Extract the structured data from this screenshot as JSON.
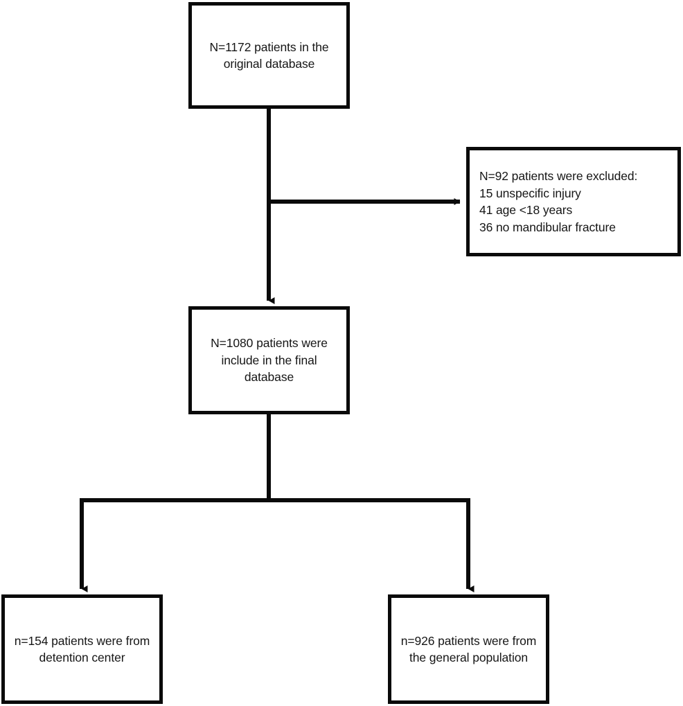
{
  "figure": {
    "type": "flowchart",
    "orientation": "top-down",
    "background_color": "#ffffff",
    "line_color": "#0a0a0a",
    "text_color": "#161616"
  },
  "nodes": {
    "source": {
      "id": "source",
      "text": "N=1172 patients in the original database",
      "count_label": "N=1172",
      "align": "center"
    },
    "excluded": {
      "id": "excluded",
      "text": "N=92 patients were excluded:\n15 unspecific injury\n41 age <18 years\n36 no mandibular fracture",
      "count_label": "N=92",
      "align": "left",
      "reasons": [
        {
          "count": "15",
          "reason": "unspecific injury"
        },
        {
          "count": "41",
          "reason": "age <18 years"
        },
        {
          "count": "36",
          "reason": "no mandibular fracture"
        }
      ]
    },
    "included": {
      "id": "included",
      "text": "N=1080 patients were include in the final database",
      "count_label": "N=1080",
      "align": "center"
    },
    "detention": {
      "id": "detention",
      "text": "n=154 patients were from detention center",
      "count_label": "n=154",
      "align": "center"
    },
    "general": {
      "id": "general",
      "text": "n=926 patients were from the general population",
      "count_label": "n=926",
      "align": "center"
    }
  },
  "edges": [
    {
      "from": "source",
      "to": "excluded",
      "style": "elbow-right",
      "arrow": true
    },
    {
      "from": "source",
      "to": "included",
      "style": "straight-down",
      "arrow": true
    },
    {
      "from": "included",
      "to": "detention",
      "style": "split-left",
      "arrow": true
    },
    {
      "from": "included",
      "to": "general",
      "style": "split-right",
      "arrow": true
    }
  ]
}
